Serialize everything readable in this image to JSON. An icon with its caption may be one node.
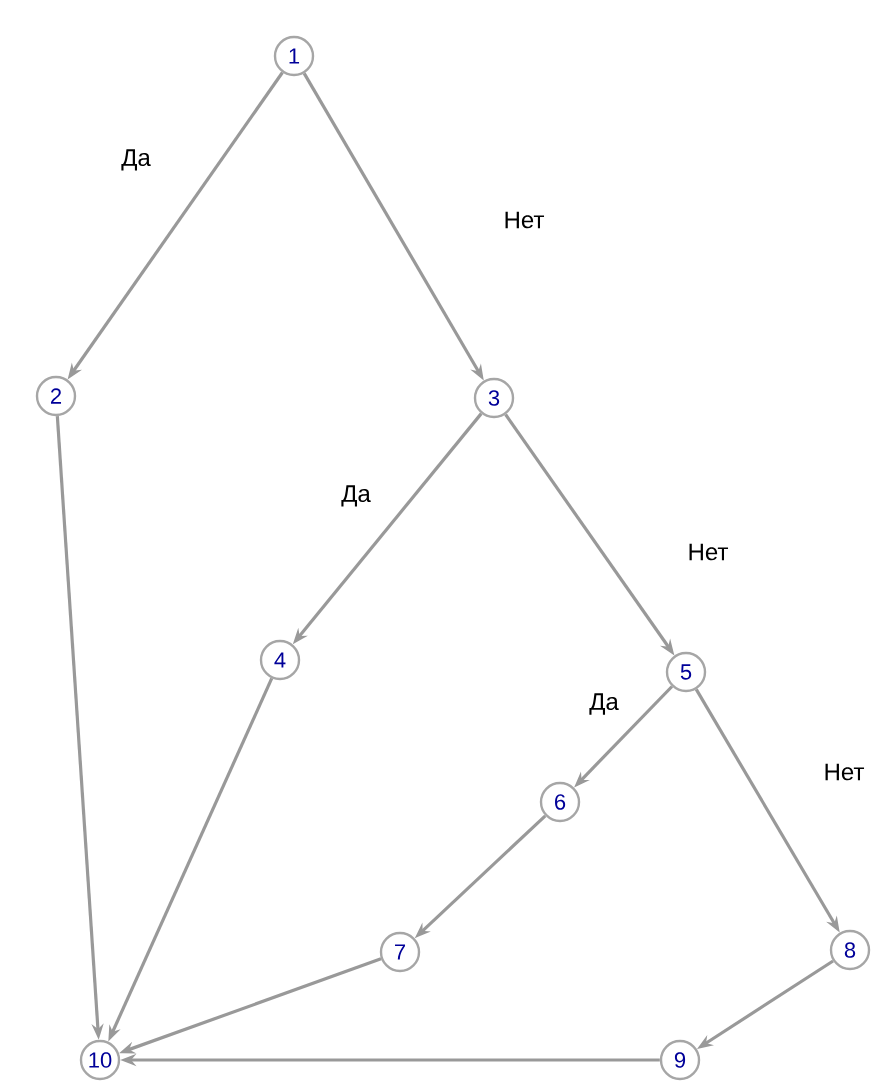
{
  "diagram": {
    "nodes": [
      {
        "text": [
          "1"
        ]
      },
      {
        "text": [
          "2"
        ]
      },
      {
        "text": [
          "3"
        ]
      },
      {
        "text": [
          "4"
        ]
      },
      {
        "text": [
          "5"
        ]
      },
      {
        "text": [
          "6"
        ]
      },
      {
        "text": [
          "7"
        ]
      },
      {
        "text": [
          "8"
        ]
      },
      {
        "text": [
          "9"
        ]
      },
      {
        "text": [
          "10"
        ]
      }
    ],
    "edges": [
      {
        "from": 0,
        "to": 1,
        "arrow": "to",
        "label": "Да"
      },
      {
        "from": 0,
        "to": 2,
        "arrow": "to",
        "label": "Нет"
      },
      {
        "from": 1,
        "to": 9,
        "arrow": "to"
      },
      {
        "from": 2,
        "to": 3,
        "arrow": "to",
        "label": "Да"
      },
      {
        "from": 2,
        "to": 4,
        "arrow": "to",
        "label": "Нет"
      },
      {
        "from": 3,
        "to": 9,
        "arrow": "to"
      },
      {
        "from": 4,
        "to": 5,
        "arrow": "to",
        "label": "Да"
      },
      {
        "from": 4,
        "to": 7,
        "arrow": "to",
        "label": "Нет"
      },
      {
        "from": 5,
        "to": 6,
        "arrow": "to"
      },
      {
        "from": 6,
        "to": 9,
        "arrow": "to"
      },
      {
        "from": 7,
        "to": 8,
        "arrow": "to"
      },
      {
        "from": 8,
        "to": 9,
        "arrow": "to"
      }
    ]
  }
}
